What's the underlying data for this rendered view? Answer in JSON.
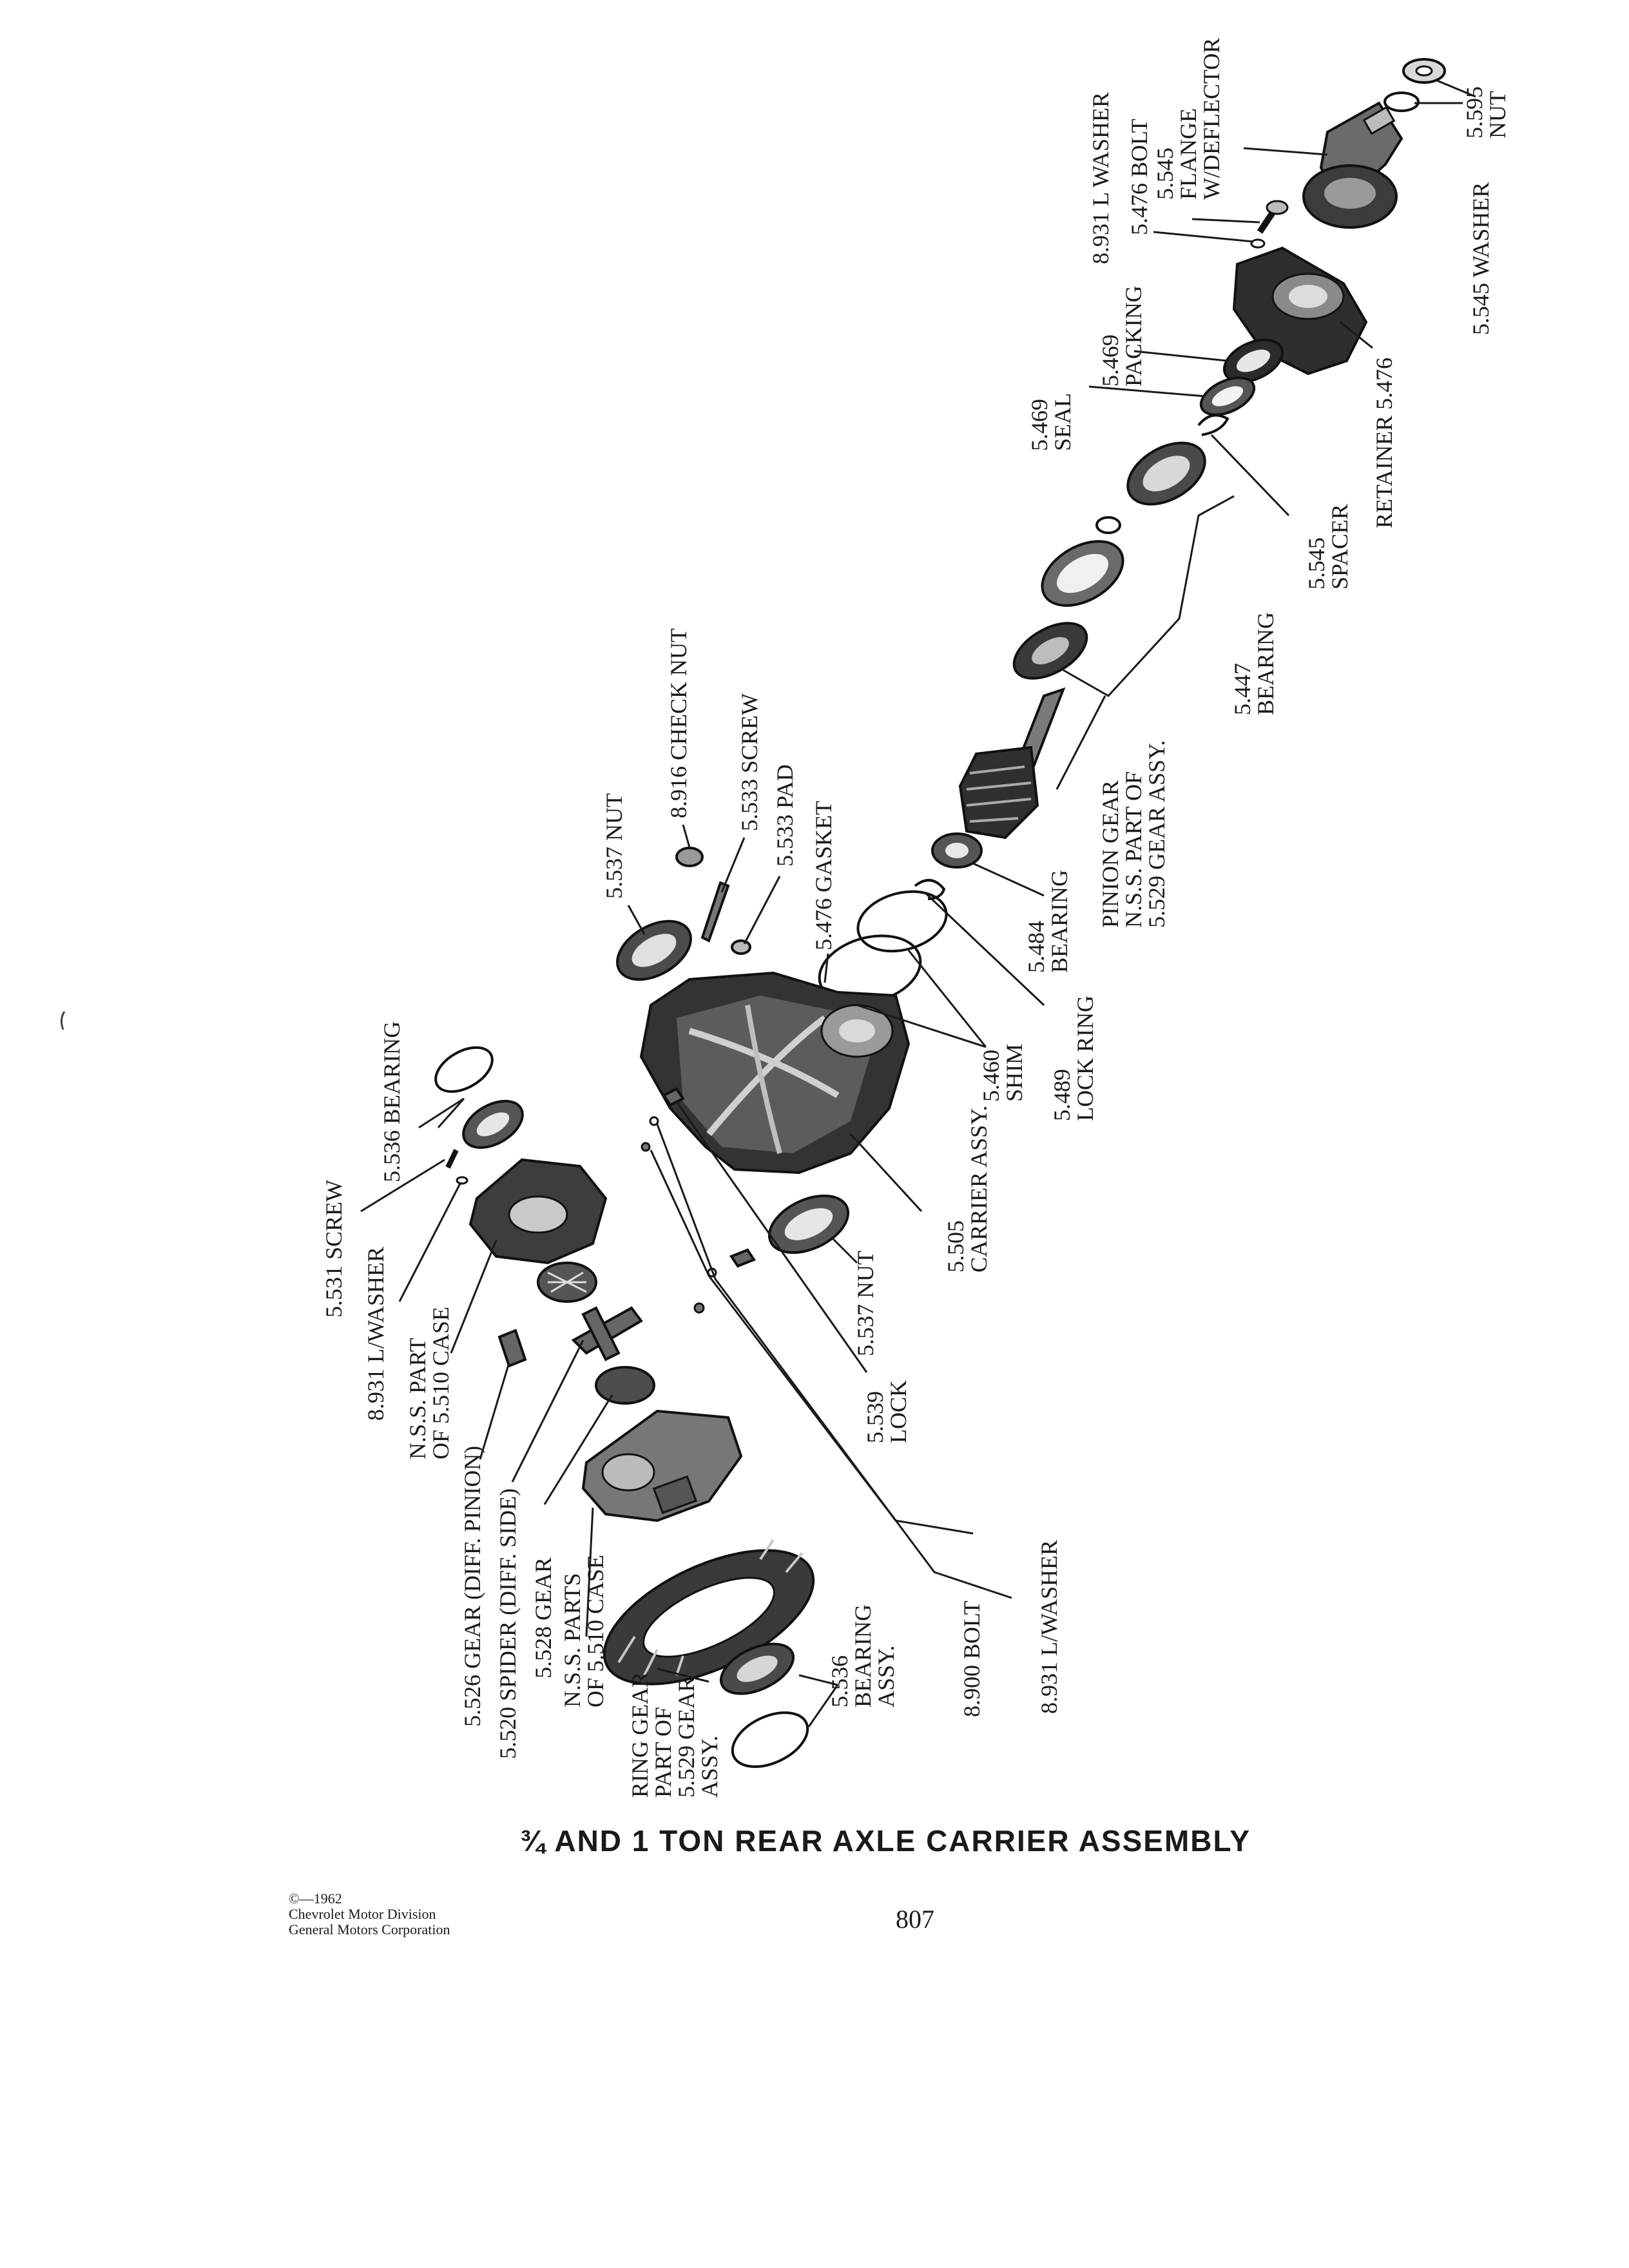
{
  "title": "¾ AND 1 TON REAR AXLE CARRIER ASSEMBLY",
  "page_number": "807",
  "copyright": [
    "©—1962",
    "Chevrolet Motor Division",
    "General Motors Corporation"
  ],
  "labels": [
    [
      "5.595",
      "NUT"
    ],
    [
      "5.545",
      "FLANGE",
      "W/DEFLECTOR"
    ],
    [
      "5.476 BOLT"
    ],
    [
      "8.931 L WASHER"
    ],
    [
      "5.545 WASHER"
    ],
    [
      "RETAINER 5.476"
    ],
    [
      "5.469",
      "PACKING"
    ],
    [
      "5.469",
      "SEAL"
    ],
    [
      "5.545",
      "SPACER"
    ],
    [
      "5.447",
      "BEARING"
    ],
    [
      "PINION GEAR",
      "N.S.S. PART OF",
      "5.529 GEAR ASSY."
    ],
    [
      "5.484",
      "BEARING"
    ],
    [
      "5.489",
      "LOCK RING"
    ],
    [
      "5.460",
      "SHIM"
    ],
    [
      "8.916 CHECK NUT"
    ],
    [
      "5.533 SCREW"
    ],
    [
      "5.537 NUT"
    ],
    [
      "5.533 PAD"
    ],
    [
      "5.476 GASKET"
    ],
    [
      "5.505",
      "CARRIER ASSY."
    ],
    [
      "5.537 NUT"
    ],
    [
      "5.539",
      "LOCK"
    ],
    [
      "5.536 BEARING"
    ],
    [
      "5.531 SCREW"
    ],
    [
      "8.931 L/WASHER"
    ],
    [
      "N.S.S. PART",
      "OF 5.510 CASE"
    ],
    [
      "5.526 GEAR (DIFF. PINION)"
    ],
    [
      "5.520 SPIDER (DIFF. SIDE)"
    ],
    [
      "5.528 GEAR"
    ],
    [
      "N.S.S. PARTS",
      "OF 5.510 CASE"
    ],
    [
      "RING GEAR",
      "PART OF",
      "5.529 GEAR",
      "ASSY."
    ],
    [
      "5.536",
      "BEARING",
      "ASSY."
    ],
    [
      "8.900 BOLT"
    ],
    [
      "8.931 L/WASHER"
    ]
  ]
}
